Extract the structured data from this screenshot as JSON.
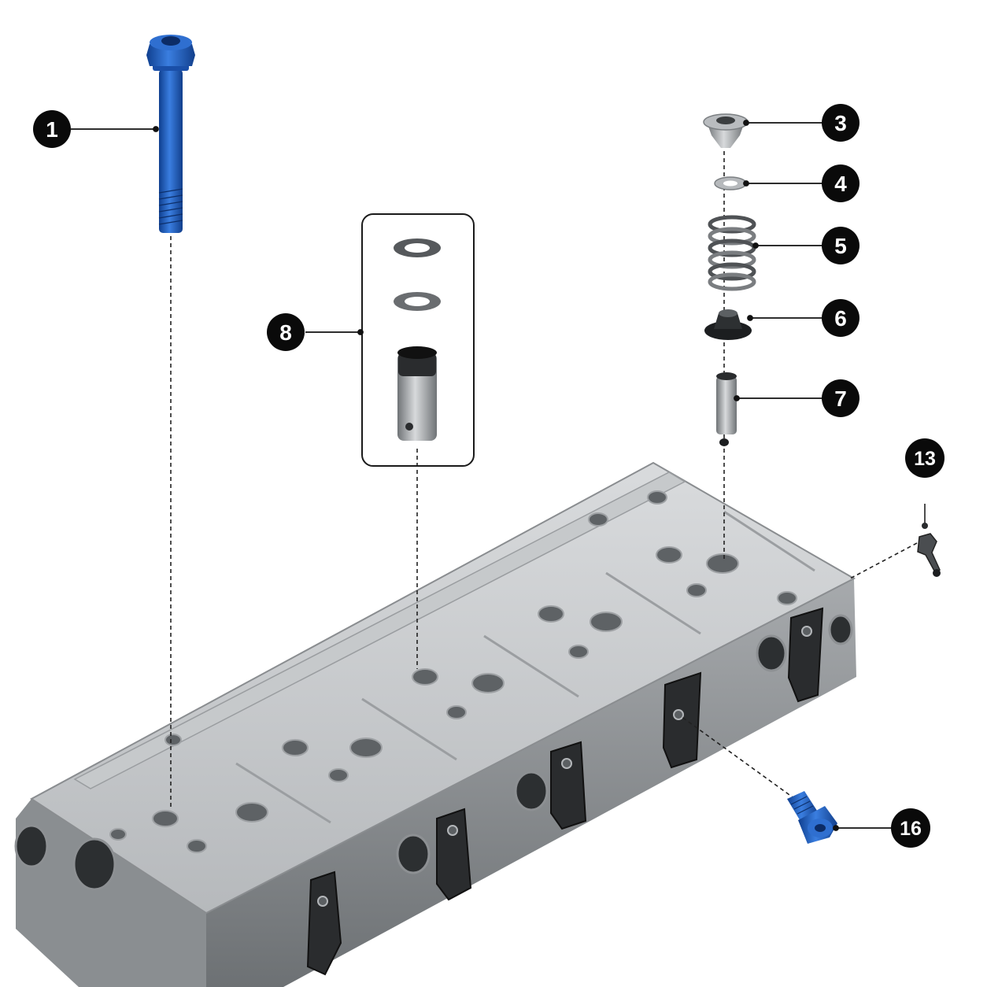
{
  "colors": {
    "background": "#ffffff",
    "bolt_blue": "#1f5fc4",
    "metal_light": "#d4d6d8",
    "metal_mid": "#aeb1b4",
    "metal_dark": "#6f7376",
    "callout_fill": "#0a0a0a",
    "leader_line": "#111111"
  },
  "callouts": [
    {
      "id": "1",
      "label": "1"
    },
    {
      "id": "3",
      "label": "3"
    },
    {
      "id": "4",
      "label": "4"
    },
    {
      "id": "5",
      "label": "5"
    },
    {
      "id": "6",
      "label": "6"
    },
    {
      "id": "7",
      "label": "7"
    },
    {
      "id": "8",
      "label": "8"
    },
    {
      "id": "13",
      "label": "13"
    },
    {
      "id": "16",
      "label": "16"
    }
  ],
  "parts": {
    "bolt": "cylinder-head-bolt-icon",
    "spring_retainer": "spring-retainer-icon",
    "washer": "spring-washer-icon",
    "spring": "valve-spring-icon",
    "stem_seal": "valve-stem-seal-icon",
    "valve_guide": "valve-guide-icon",
    "kit": "valve-guide-seat-kit-icon",
    "pin": "fixing-pin-icon",
    "plug": "screw-plug-icon",
    "head": "cylinder-head-icon"
  }
}
